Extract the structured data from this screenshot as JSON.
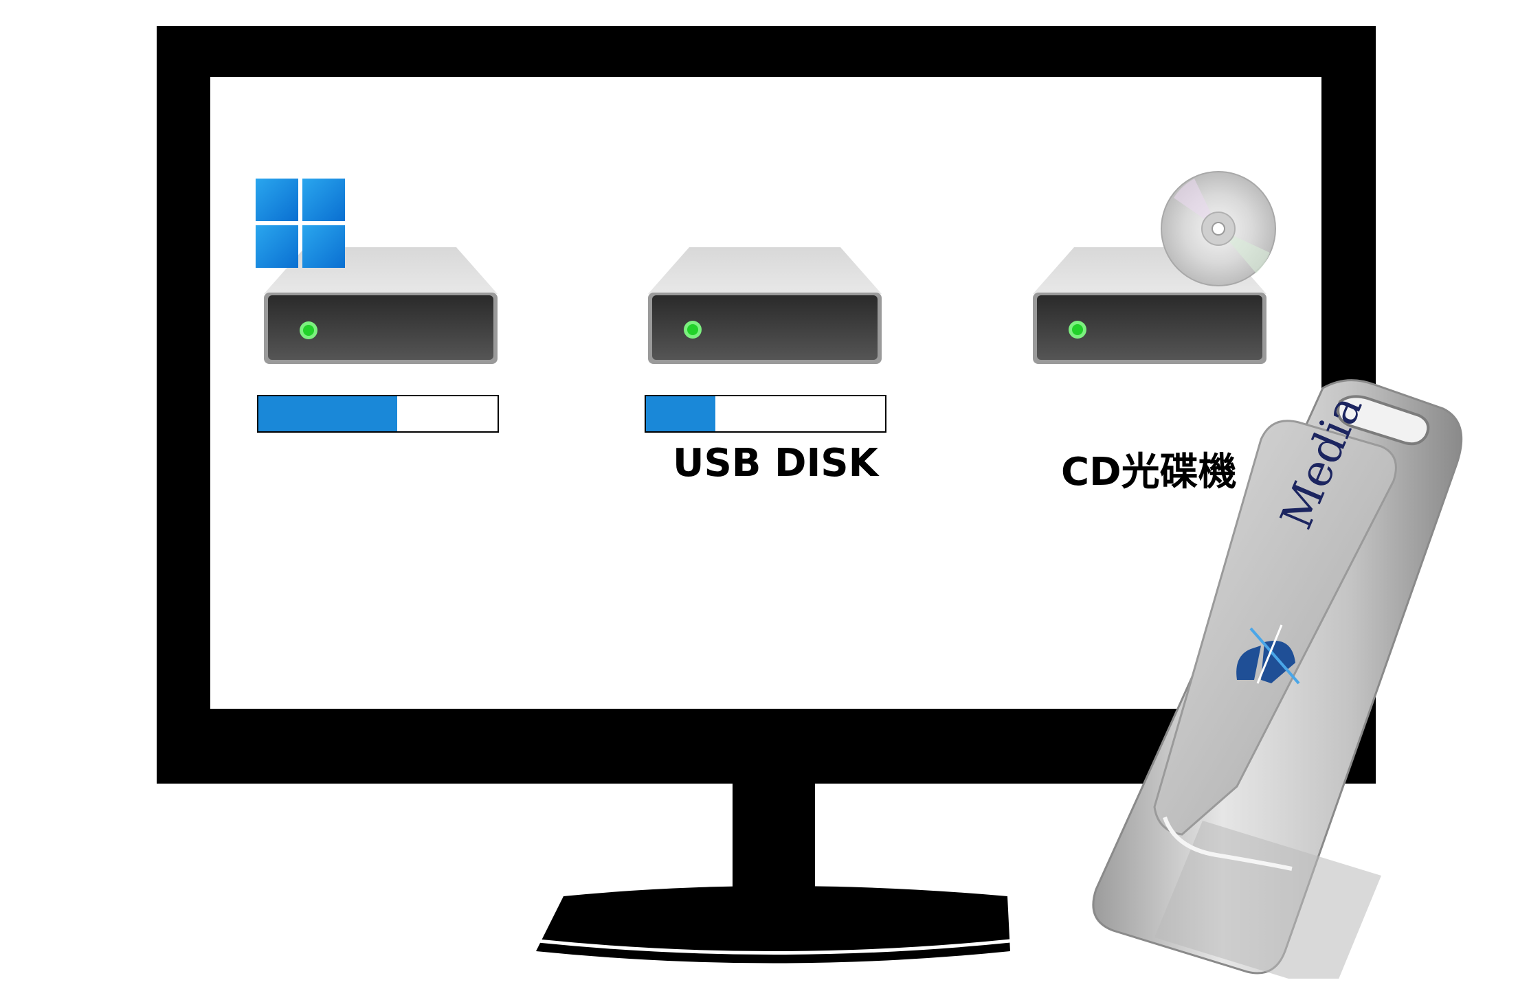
{
  "drives": [
    {
      "id": "system-drive",
      "label": "",
      "progress_percent": 58,
      "led_color": "#22d12a",
      "badge": "windows-icon"
    },
    {
      "id": "usb-disk",
      "label": "USB DISK",
      "progress_percent": 29,
      "led_color": "#22d12a",
      "badge": ""
    },
    {
      "id": "cd-drive",
      "label": "CD光碟機",
      "progress_percent": null,
      "led_color": "#22d12a",
      "badge": "cd-disc-icon"
    }
  ],
  "usb_stick": {
    "brand_text": "Media",
    "logo_icon": "sd-logo-icon",
    "metal_color": "#c9c9c9",
    "logo_color": "#1f4f96"
  },
  "colors": {
    "progress_fill": "#1a88d8",
    "windows_blue": "#1d8fe0",
    "bezel": "#000000"
  }
}
